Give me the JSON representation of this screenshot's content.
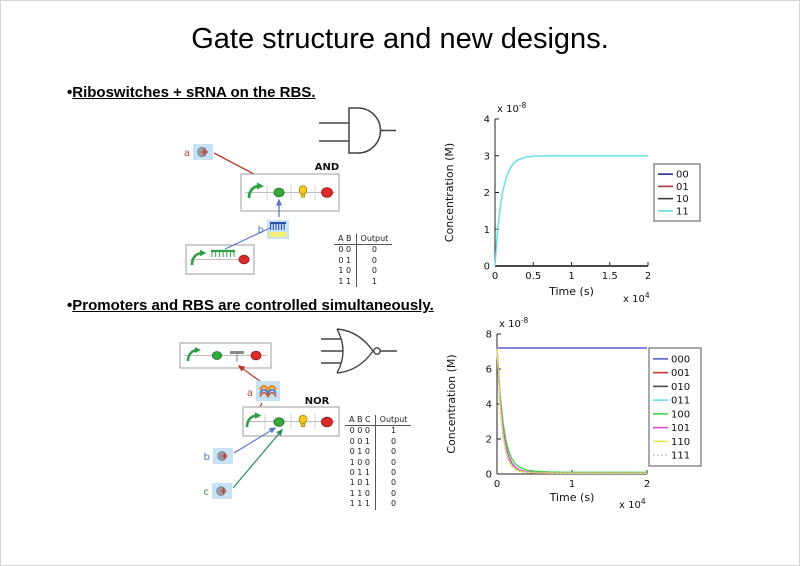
{
  "slide": {
    "title": "Gate structure and new designs."
  },
  "sections": [
    {
      "bullet": "Riboswitches + sRNA on the RBS.",
      "gate_label": "AND",
      "inputs": {
        "a": "a",
        "b": "b"
      },
      "truth_table": {
        "columns": [
          "A B",
          "Output"
        ],
        "rows": [
          [
            "0 0",
            "0"
          ],
          [
            "0 1",
            "0"
          ],
          [
            "1 0",
            "0"
          ],
          [
            "1 1",
            "1"
          ]
        ]
      }
    },
    {
      "bullet": "Promoters and RBS are controlled simultaneously.",
      "gate_label": "NOR",
      "inputs": {
        "a": "a",
        "b": "b",
        "c": "c"
      },
      "truth_table": {
        "columns": [
          "A B C",
          "Output"
        ],
        "rows": [
          [
            "0 0 0",
            "1"
          ],
          [
            "0 0 1",
            "0"
          ],
          [
            "0 1 0",
            "0"
          ],
          [
            "1 0 0",
            "0"
          ],
          [
            "0 1 1",
            "0"
          ],
          [
            "1 0 1",
            "0"
          ],
          [
            "1 1 0",
            "0"
          ],
          [
            "1 1 1",
            "0"
          ]
        ]
      }
    }
  ],
  "colors": {
    "input_box": "#c7e2f4",
    "promoter_green": "#2f9e44",
    "rbs_green": "#37a93c",
    "reporter_yellow": "#f2cb1d",
    "terminator_red": "#d92b2b",
    "label_a": "#b5473d",
    "label_b": "#4a78c8",
    "label_c": "#2e8b57"
  },
  "chart_data": [
    {
      "type": "line",
      "title": "",
      "xlabel": "Time (s)",
      "ylabel": "Concentration (M)",
      "x_scale": {
        "prefix": "x 10",
        "exp": "4"
      },
      "y_scale": {
        "prefix": "x 10",
        "exp": "-8"
      },
      "xlim": [
        0,
        2
      ],
      "ylim": [
        0,
        4
      ],
      "xticks": [
        0,
        0.5,
        1,
        1.5,
        2
      ],
      "yticks": [
        0,
        1,
        2,
        3,
        4
      ],
      "grid": false,
      "legend_position": "right",
      "series": [
        {
          "name": "00",
          "color": "#2929a3",
          "dash": null,
          "points": [
            [
              0,
              0
            ],
            [
              2,
              0
            ]
          ]
        },
        {
          "name": "01",
          "color": "#a83a35",
          "dash": null,
          "points": [
            [
              0,
              0
            ],
            [
              2,
              0
            ]
          ]
        },
        {
          "name": "10",
          "color": "#3c3c3c",
          "dash": null,
          "points": [
            [
              0,
              0
            ],
            [
              2,
              0
            ]
          ]
        },
        {
          "name": "11",
          "color": "#5fdde8",
          "dash": null,
          "points": [
            [
              0,
              0
            ],
            [
              0.02,
              0.6
            ],
            [
              0.05,
              1.28
            ],
            [
              0.08,
              1.77
            ],
            [
              0.1,
              2.01
            ],
            [
              0.15,
              2.43
            ],
            [
              0.2,
              2.67
            ],
            [
              0.25,
              2.81
            ],
            [
              0.3,
              2.89
            ],
            [
              0.4,
              2.96
            ],
            [
              0.5,
              2.99
            ],
            [
              0.75,
              3
            ],
            [
              1,
              3
            ],
            [
              1.5,
              3
            ],
            [
              2,
              3
            ]
          ]
        }
      ]
    },
    {
      "type": "line",
      "title": "",
      "xlabel": "Time (s)",
      "ylabel": "Concentration (M)",
      "x_scale": {
        "prefix": "x 10",
        "exp": "4"
      },
      "y_scale": {
        "prefix": "x 10",
        "exp": "-8"
      },
      "xlim": [
        0,
        2
      ],
      "ylim": [
        0,
        8
      ],
      "xticks": [
        0,
        1,
        2
      ],
      "yticks": [
        0,
        2,
        4,
        6,
        8
      ],
      "grid": false,
      "legend_position": "right",
      "series": [
        {
          "name": "000",
          "color": "#5a5fcf",
          "dash": null,
          "points": [
            [
              0,
              7.2
            ],
            [
              2,
              7.2
            ]
          ]
        },
        {
          "name": "001",
          "color": "#c93a38",
          "dash": null,
          "points": [
            [
              0,
              7.2
            ],
            [
              0.04,
              4.3
            ],
            [
              0.08,
              2.6
            ],
            [
              0.12,
              1.55
            ],
            [
              0.16,
              0.95
            ],
            [
              0.2,
              0.6
            ],
            [
              0.25,
              0.35
            ],
            [
              0.3,
              0.22
            ],
            [
              0.4,
              0.12
            ],
            [
              0.5,
              0.08
            ],
            [
              0.7,
              0.06
            ],
            [
              1,
              0.05
            ],
            [
              1.5,
              0.05
            ],
            [
              2,
              0.05
            ]
          ]
        },
        {
          "name": "010",
          "color": "#4a4a4a",
          "dash": null,
          "points": [
            [
              0,
              7.2
            ],
            [
              0.04,
              4.3
            ],
            [
              0.08,
              2.6
            ],
            [
              0.12,
              1.55
            ],
            [
              0.16,
              0.95
            ],
            [
              0.2,
              0.6
            ],
            [
              0.25,
              0.35
            ],
            [
              0.3,
              0.22
            ],
            [
              0.4,
              0.12
            ],
            [
              0.5,
              0.08
            ],
            [
              0.7,
              0.06
            ],
            [
              1,
              0.05
            ],
            [
              1.5,
              0.05
            ],
            [
              2,
              0.05
            ]
          ]
        },
        {
          "name": "011",
          "color": "#62e0e8",
          "dash": null,
          "points": [
            [
              0,
              7.2
            ],
            [
              0.04,
              4.3
            ],
            [
              0.08,
              2.6
            ],
            [
              0.12,
              1.55
            ],
            [
              0.16,
              0.95
            ],
            [
              0.2,
              0.6
            ],
            [
              0.25,
              0.35
            ],
            [
              0.3,
              0.22
            ],
            [
              0.4,
              0.12
            ],
            [
              0.5,
              0.08
            ],
            [
              0.7,
              0.06
            ],
            [
              1,
              0.05
            ],
            [
              1.5,
              0.05
            ],
            [
              2,
              0.05
            ]
          ]
        },
        {
          "name": "100",
          "color": "#45d648",
          "dash": null,
          "points": [
            [
              0,
              7.2
            ],
            [
              0.04,
              4.6
            ],
            [
              0.08,
              2.95
            ],
            [
              0.12,
              1.9
            ],
            [
              0.16,
              1.25
            ],
            [
              0.2,
              0.85
            ],
            [
              0.25,
              0.55
            ],
            [
              0.3,
              0.38
            ],
            [
              0.4,
              0.22
            ],
            [
              0.5,
              0.16
            ],
            [
              0.7,
              0.12
            ],
            [
              1,
              0.1
            ],
            [
              1.5,
              0.1
            ],
            [
              2,
              0.1
            ]
          ]
        },
        {
          "name": "101",
          "color": "#df4ade",
          "dash": null,
          "points": [
            [
              0,
              7.2
            ],
            [
              0.04,
              4.3
            ],
            [
              0.08,
              2.6
            ],
            [
              0.12,
              1.55
            ],
            [
              0.16,
              0.95
            ],
            [
              0.2,
              0.6
            ],
            [
              0.25,
              0.35
            ],
            [
              0.3,
              0.22
            ],
            [
              0.4,
              0.12
            ],
            [
              0.5,
              0.08
            ],
            [
              0.7,
              0.06
            ],
            [
              1,
              0.05
            ],
            [
              1.5,
              0.05
            ],
            [
              2,
              0.05
            ]
          ]
        },
        {
          "name": "110",
          "color": "#e8e44f",
          "dash": null,
          "points": [
            [
              0,
              7.2
            ],
            [
              0.04,
              4.0
            ],
            [
              0.08,
              2.2
            ],
            [
              0.12,
              1.25
            ],
            [
              0.16,
              0.72
            ],
            [
              0.2,
              0.45
            ],
            [
              0.25,
              0.26
            ],
            [
              0.3,
              0.16
            ],
            [
              0.4,
              0.09
            ],
            [
              0.5,
              0.06
            ],
            [
              0.7,
              0.05
            ],
            [
              1,
              0.04
            ],
            [
              1.5,
              0.04
            ],
            [
              2,
              0.04
            ]
          ]
        },
        {
          "name": "111",
          "color": "#b9b9b9",
          "dash": "1.5,2.5",
          "points": [
            [
              0,
              7.2
            ],
            [
              0.04,
              4.0
            ],
            [
              0.08,
              2.2
            ],
            [
              0.12,
              1.25
            ],
            [
              0.16,
              0.72
            ],
            [
              0.2,
              0.45
            ],
            [
              0.25,
              0.26
            ],
            [
              0.3,
              0.16
            ],
            [
              0.4,
              0.09
            ],
            [
              0.5,
              0.06
            ],
            [
              0.7,
              0.05
            ],
            [
              1,
              0.04
            ],
            [
              1.5,
              0.04
            ],
            [
              2,
              0.04
            ]
          ]
        }
      ]
    }
  ]
}
